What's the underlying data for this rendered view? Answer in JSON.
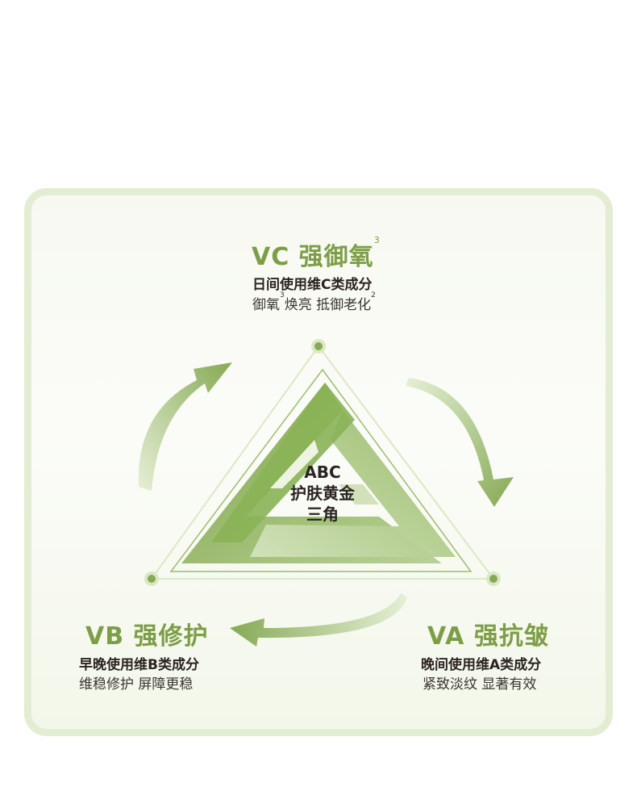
{
  "colors": {
    "accent_green": "#7d9e47",
    "light_green": "#dbe8c5",
    "card_border": "#e3edd3",
    "text_dark": "#2b2320"
  },
  "center": {
    "line1": "ABC",
    "line2": "护肤黄金",
    "line3": "三角"
  },
  "nodes": {
    "vc": {
      "title": "VC 强御氧",
      "title_sup": "3",
      "subtitle": "日间使用维C类成分",
      "desc_a": "御氧",
      "desc_a_sup": "3",
      "desc_b": "焕亮 抵御老化",
      "desc_b_sup": "2"
    },
    "vb": {
      "title": "VB 强修护",
      "subtitle": "早晚使用维B类成分",
      "desc": "维稳修护 屏障更稳"
    },
    "va": {
      "title": "VA 强抗皱",
      "subtitle": "晚间使用维A类成分",
      "desc": "紧致淡纹 显著有效"
    }
  },
  "icons": [
    "cycle-arrow-icon",
    "cycle-arrow-icon",
    "cycle-arrow-icon",
    "vertex-dot-icon"
  ]
}
